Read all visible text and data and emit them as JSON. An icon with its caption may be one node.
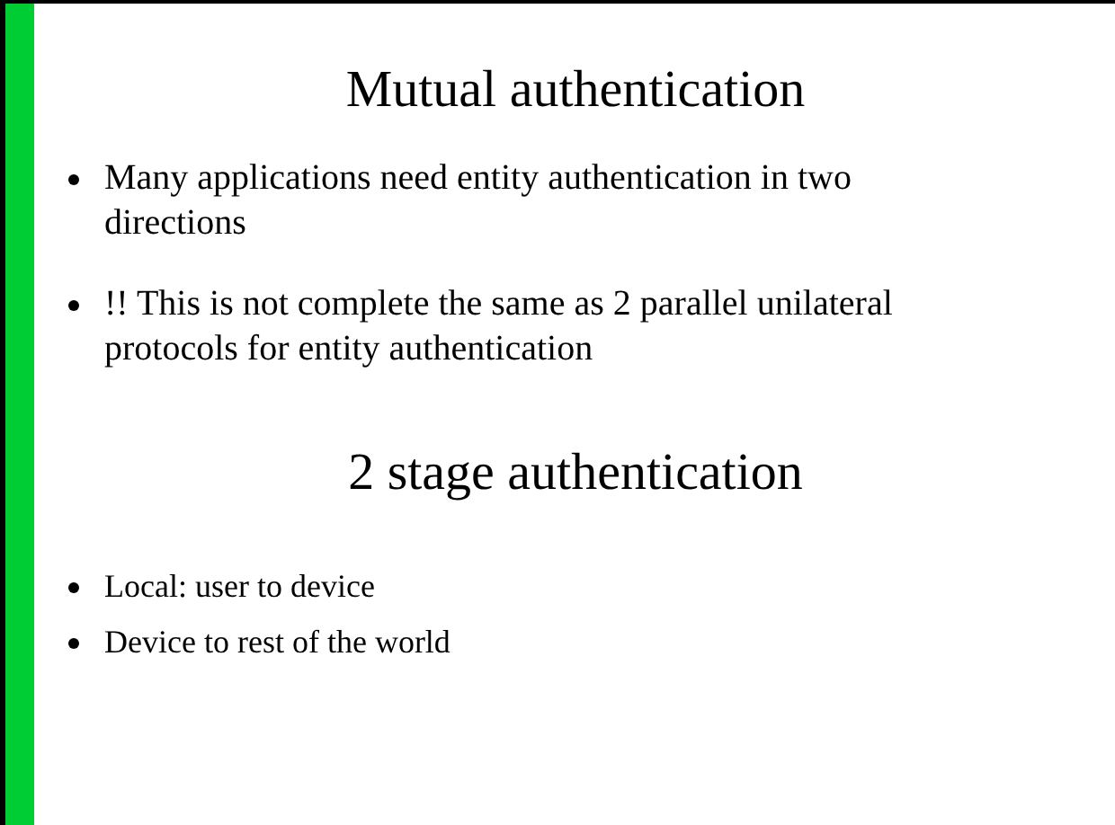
{
  "diagram": {
    "title": "Mutual authentication",
    "labels": [
      "Many applications need entity authentication in two directions",
      "!! This is not complete the same as 2 parallel unilateral protocols for entity authentication",
      "2 stage authentication",
      "Local: user to device",
      "Device to rest of the world"
    ]
  }
}
